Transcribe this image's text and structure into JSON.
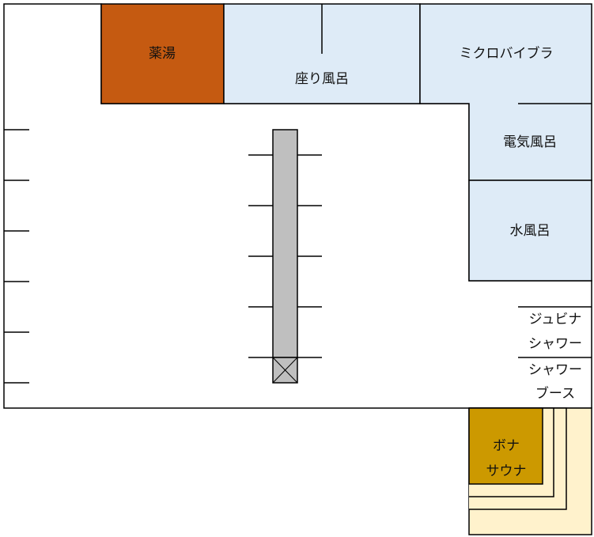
{
  "colors": {
    "herbal": "#c55a11",
    "light_blue": "#deebf7",
    "gold": "#cc9900",
    "cream": "#fff2cc",
    "column": "#bfbfbf",
    "stroke": "#000000"
  },
  "rooms": {
    "herbal_bath": "薬湯",
    "sitting_bath": "座り風呂",
    "micro_bubble": "ミクロバイブラ",
    "electric_bath": "電気風呂",
    "cold_bath": "水風呂",
    "jubina_shower": [
      "ジュビナ",
      "シャワー"
    ],
    "shower_booth": [
      "シャワー",
      "ブース"
    ],
    "bona_sauna": [
      "ボナ",
      "サウナ"
    ]
  }
}
